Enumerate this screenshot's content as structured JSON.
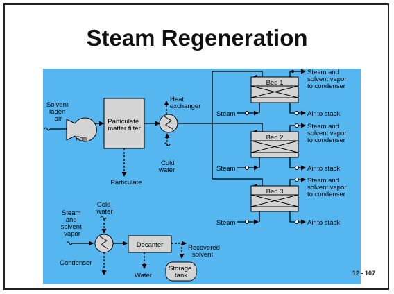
{
  "slide": {
    "title": "Steam Regeneration",
    "page_number": "12 - 107"
  },
  "diagram": {
    "inlet_label": [
      "Solvent",
      "laden",
      "air"
    ],
    "fan_label": "Fan",
    "filter_label": [
      "Particulate",
      "matter filter"
    ],
    "particulate_label": "Particulate",
    "heat_exchanger_label": [
      "Heat",
      "exchanger"
    ],
    "cold_water_label": [
      "Cold",
      "water"
    ],
    "beds": [
      "Bed 1",
      "Bed 2",
      "Bed 3"
    ],
    "steam_label": "Steam",
    "air_to_stack_label": "Air to stack",
    "steam_vapor_label": [
      "Steam and",
      "solvent vapor",
      "to condenser"
    ],
    "condenser_inlet_label": [
      "Steam",
      "and",
      "solvent",
      "vapor"
    ],
    "condenser_cold_water_label": [
      "Cold",
      "water"
    ],
    "condenser_label": "Condenser",
    "decanter_label": "Decanter",
    "water_label": "Water",
    "recovered_label": [
      "Recovered",
      "solvent"
    ],
    "storage_label": [
      "Storage",
      "tank"
    ]
  },
  "colors": {
    "diagram_background": "#55b6f0",
    "equipment_fill": "#d4d4d4",
    "line": "#000000"
  }
}
